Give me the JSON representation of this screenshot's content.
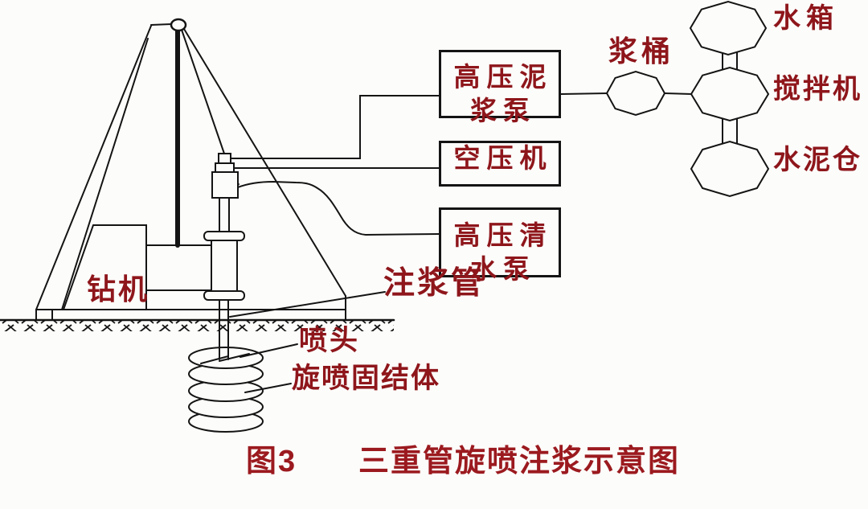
{
  "colors": {
    "accent_text": "#8e161b",
    "caption_text": "#9b1a1f",
    "line": "#141414",
    "background": "#fcfcfa"
  },
  "labels": {
    "drill_rig": "钻机",
    "grout_pipe": "注浆管",
    "nozzle": "喷头",
    "consolidated_body": "旋喷固结体",
    "slurry_bucket": "浆桶",
    "water_tank": "水箱",
    "mixer": "搅拌机",
    "cement_silo": "水泥仓"
  },
  "equipment_boxes": [
    {
      "name": "high-pressure-mud-pump",
      "line1": "高压泥",
      "line2": "浆泵"
    },
    {
      "name": "air-compressor",
      "line1": "空压机",
      "line2": ""
    },
    {
      "name": "high-pressure-water-pump",
      "line1": "高压清",
      "line2": "水泵"
    }
  ],
  "caption": {
    "prefix": "图3",
    "title": "三重管旋喷注浆示意图"
  },
  "icons": {
    "pulley": "pulley-circle-icon",
    "ground": "ground-hatch-icon",
    "tanks": "octagon-tank-icon"
  }
}
